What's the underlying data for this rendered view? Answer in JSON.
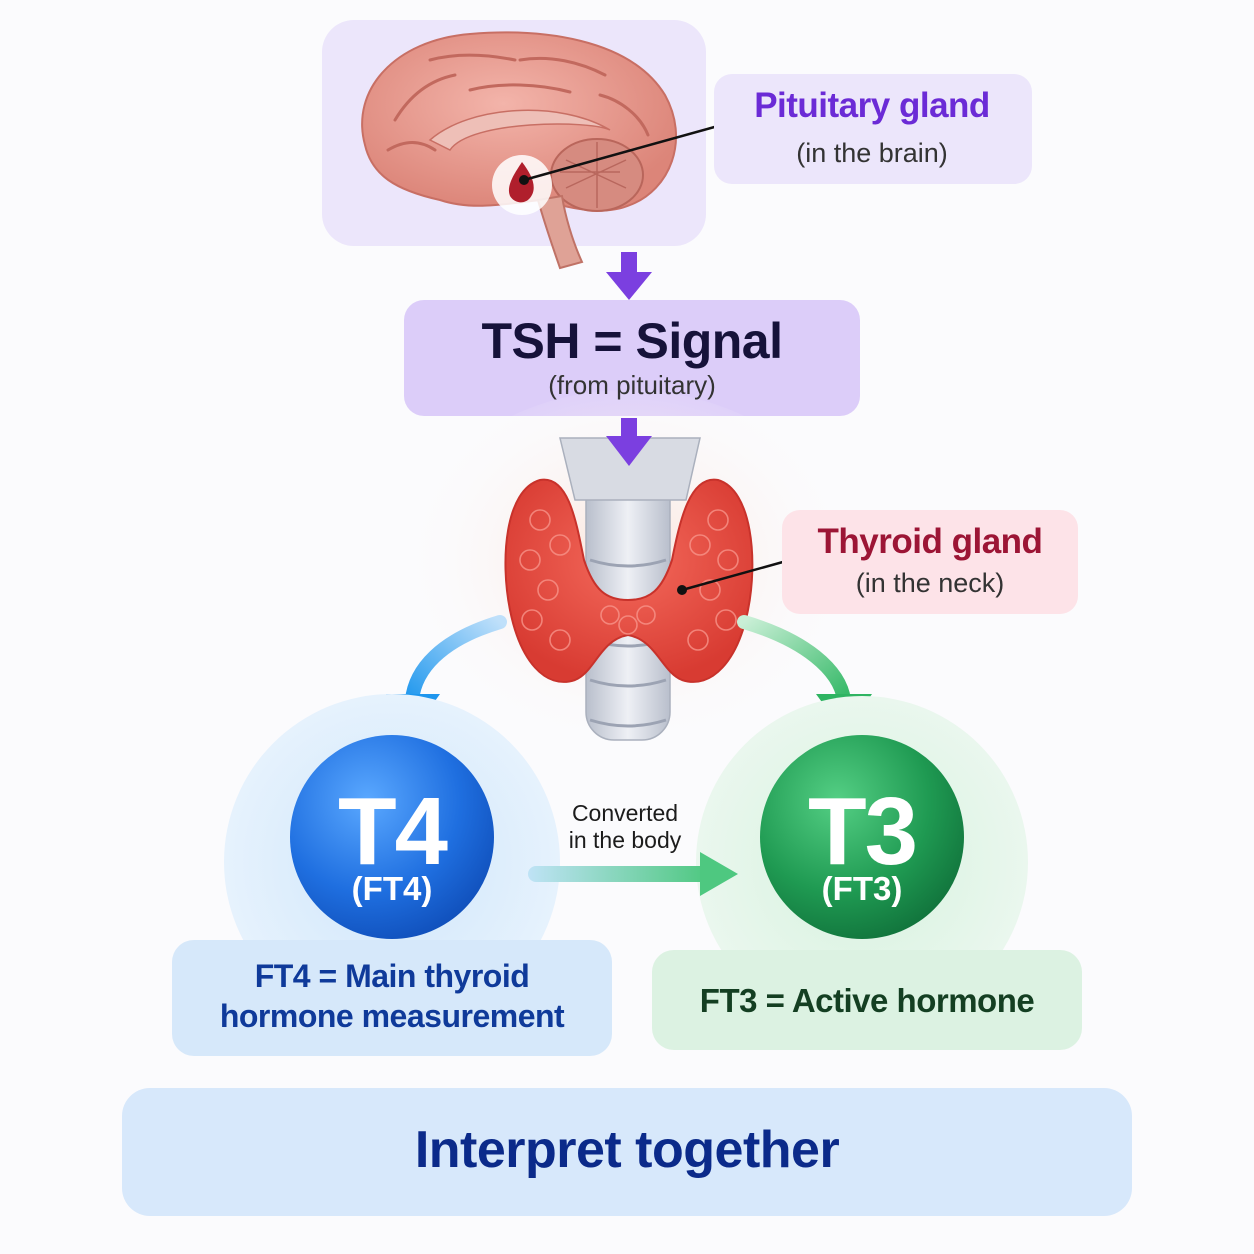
{
  "pituitary": {
    "title": "Pituitary gland",
    "subtitle": "(in the brain)"
  },
  "tsh": {
    "title": "TSH = Signal",
    "subtitle": "(from pituitary)"
  },
  "thyroid": {
    "title": "Thyroid gland",
    "subtitle": "(in the neck)"
  },
  "conversion": {
    "line1": "Converted",
    "line2": "in the body"
  },
  "t4": {
    "name": "T4",
    "sub": "(FT4)",
    "desc_line1": "FT4 = Main thyroid",
    "desc_line2": "hormone measurement"
  },
  "t3": {
    "name": "T3",
    "sub": "(FT3)",
    "desc": "FT3 = Active hormone"
  },
  "footer": {
    "label": "Interpret together"
  },
  "colors": {
    "purple": "#7b3fe0",
    "t4_blue": "#1f6fe0",
    "t3_green": "#1f9a52",
    "thyroid_red": "#e5483f",
    "brain_pink": "#e8988f"
  },
  "icons": [
    "brain-illustration",
    "pituitary-gland-marker",
    "thyroid-illustration",
    "trachea-illustration",
    "down-arrow-icon",
    "curved-arrow-icon",
    "right-arrow-icon"
  ]
}
